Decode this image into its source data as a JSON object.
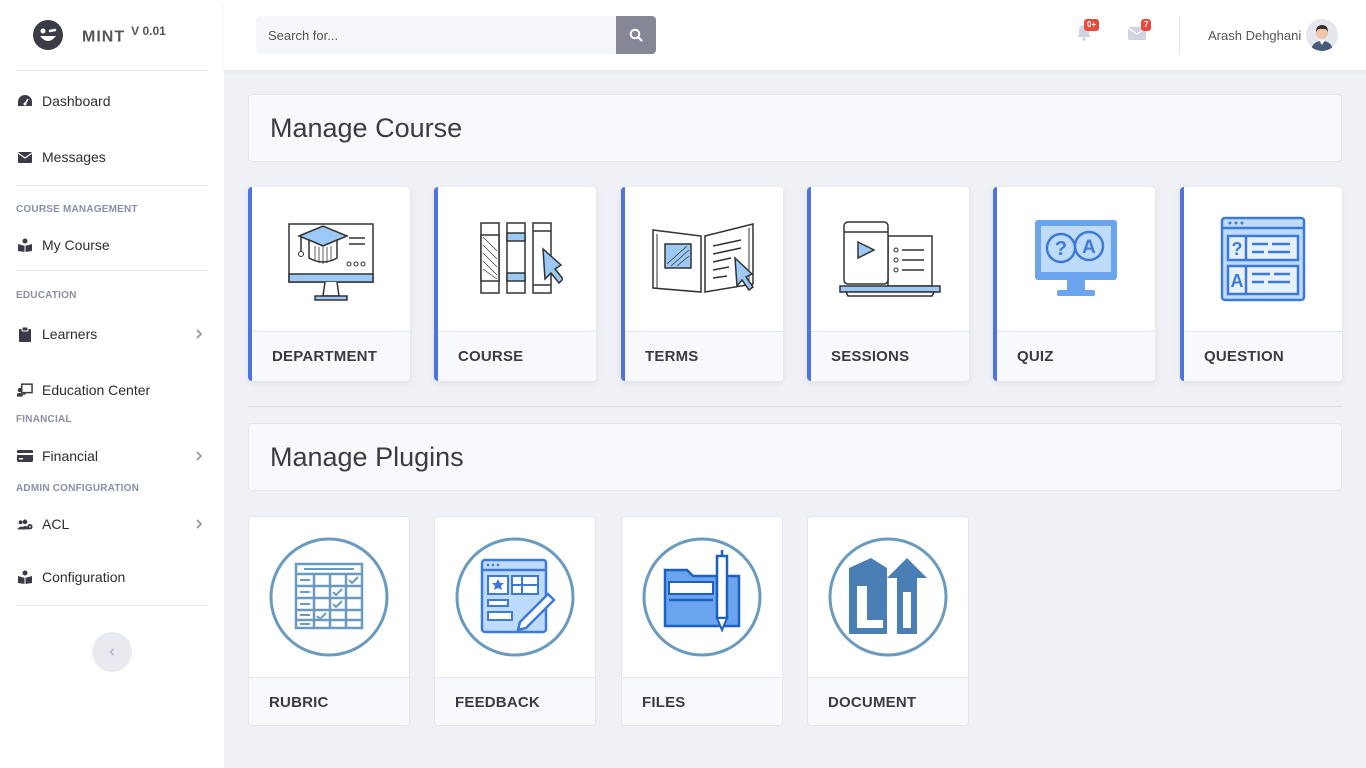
{
  "brand": {
    "name": "MINT",
    "version": "V 0.01"
  },
  "sidebar": {
    "dashboard": "Dashboard",
    "messages": "Messages",
    "section_course": "COURSE MANAGEMENT",
    "my_course": "My Course",
    "section_education": "EDUCATION",
    "learners": "Learners",
    "education_center": "Education Center",
    "section_financial": "FINANCIAL",
    "financial": "Financial",
    "section_admin": "ADMIN CONFIGURATION",
    "acl": "ACL",
    "configuration": "Configuration"
  },
  "topbar": {
    "search_placeholder": "Search for...",
    "alerts_badge": "0+",
    "messages_badge": "7",
    "user_name": "Arash Dehghani"
  },
  "main": {
    "manage_course_title": "Manage Course",
    "course_cards": [
      "DEPARTMENT",
      "COURSE",
      "TERMS",
      "SESSIONS",
      "QUIZ",
      "QUESTION"
    ],
    "manage_plugins_title": "Manage Plugins",
    "plugin_cards": [
      "RUBRIC",
      "FEEDBACK",
      "FILES",
      "DOCUMENT"
    ]
  },
  "colors": {
    "accent": "#4e73df",
    "badge": "#e74a3b",
    "illustration_blue": "#9cc9f5",
    "plugin_ring": "#6a9bbf"
  }
}
